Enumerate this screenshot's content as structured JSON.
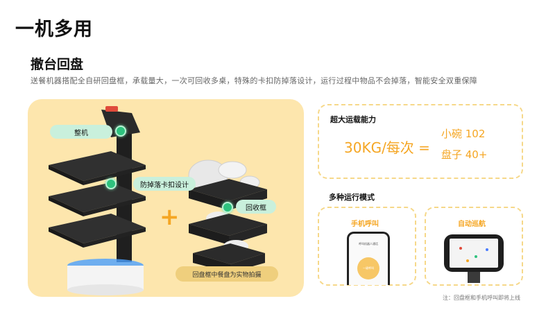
{
  "header": {
    "title": "一机多用",
    "subtitle": "撤台回盘",
    "description": "送餐机器搭配全自研回盘框，承载量大，一次可回收多桌，特殊的卡扣防掉落设计，运行过程中物品不会掉落，智能安全双重保障"
  },
  "illustration": {
    "callouts": {
      "main_unit": "整机",
      "anti_drop": "防掉落卡扣设计",
      "return_frame": "回收框"
    },
    "caption": "回盘框中餐盘为实物拍摄",
    "plus": "+"
  },
  "capacity_card": {
    "title": "超大运载能力",
    "main_value": "30KG/每次 =",
    "bowls": "小碗 102",
    "plates": "盘子 40+"
  },
  "modes_card": {
    "title": "多种运行模式",
    "phone_call": {
      "label": "手机呼叫",
      "screen_text": "呼叫机器人通话",
      "button_text": "一键呼叫"
    },
    "auto_patrol": {
      "label": "自动巡航"
    }
  },
  "footer": {
    "note": "注：回盘框和手机呼叫即将上线"
  },
  "colors": {
    "accent": "#f5a623",
    "stage_bg": "#fde6ad",
    "callout_bg": "#c9f0dc",
    "callout_dot": "#2ec27e",
    "dashed_border": "#f6d889"
  }
}
